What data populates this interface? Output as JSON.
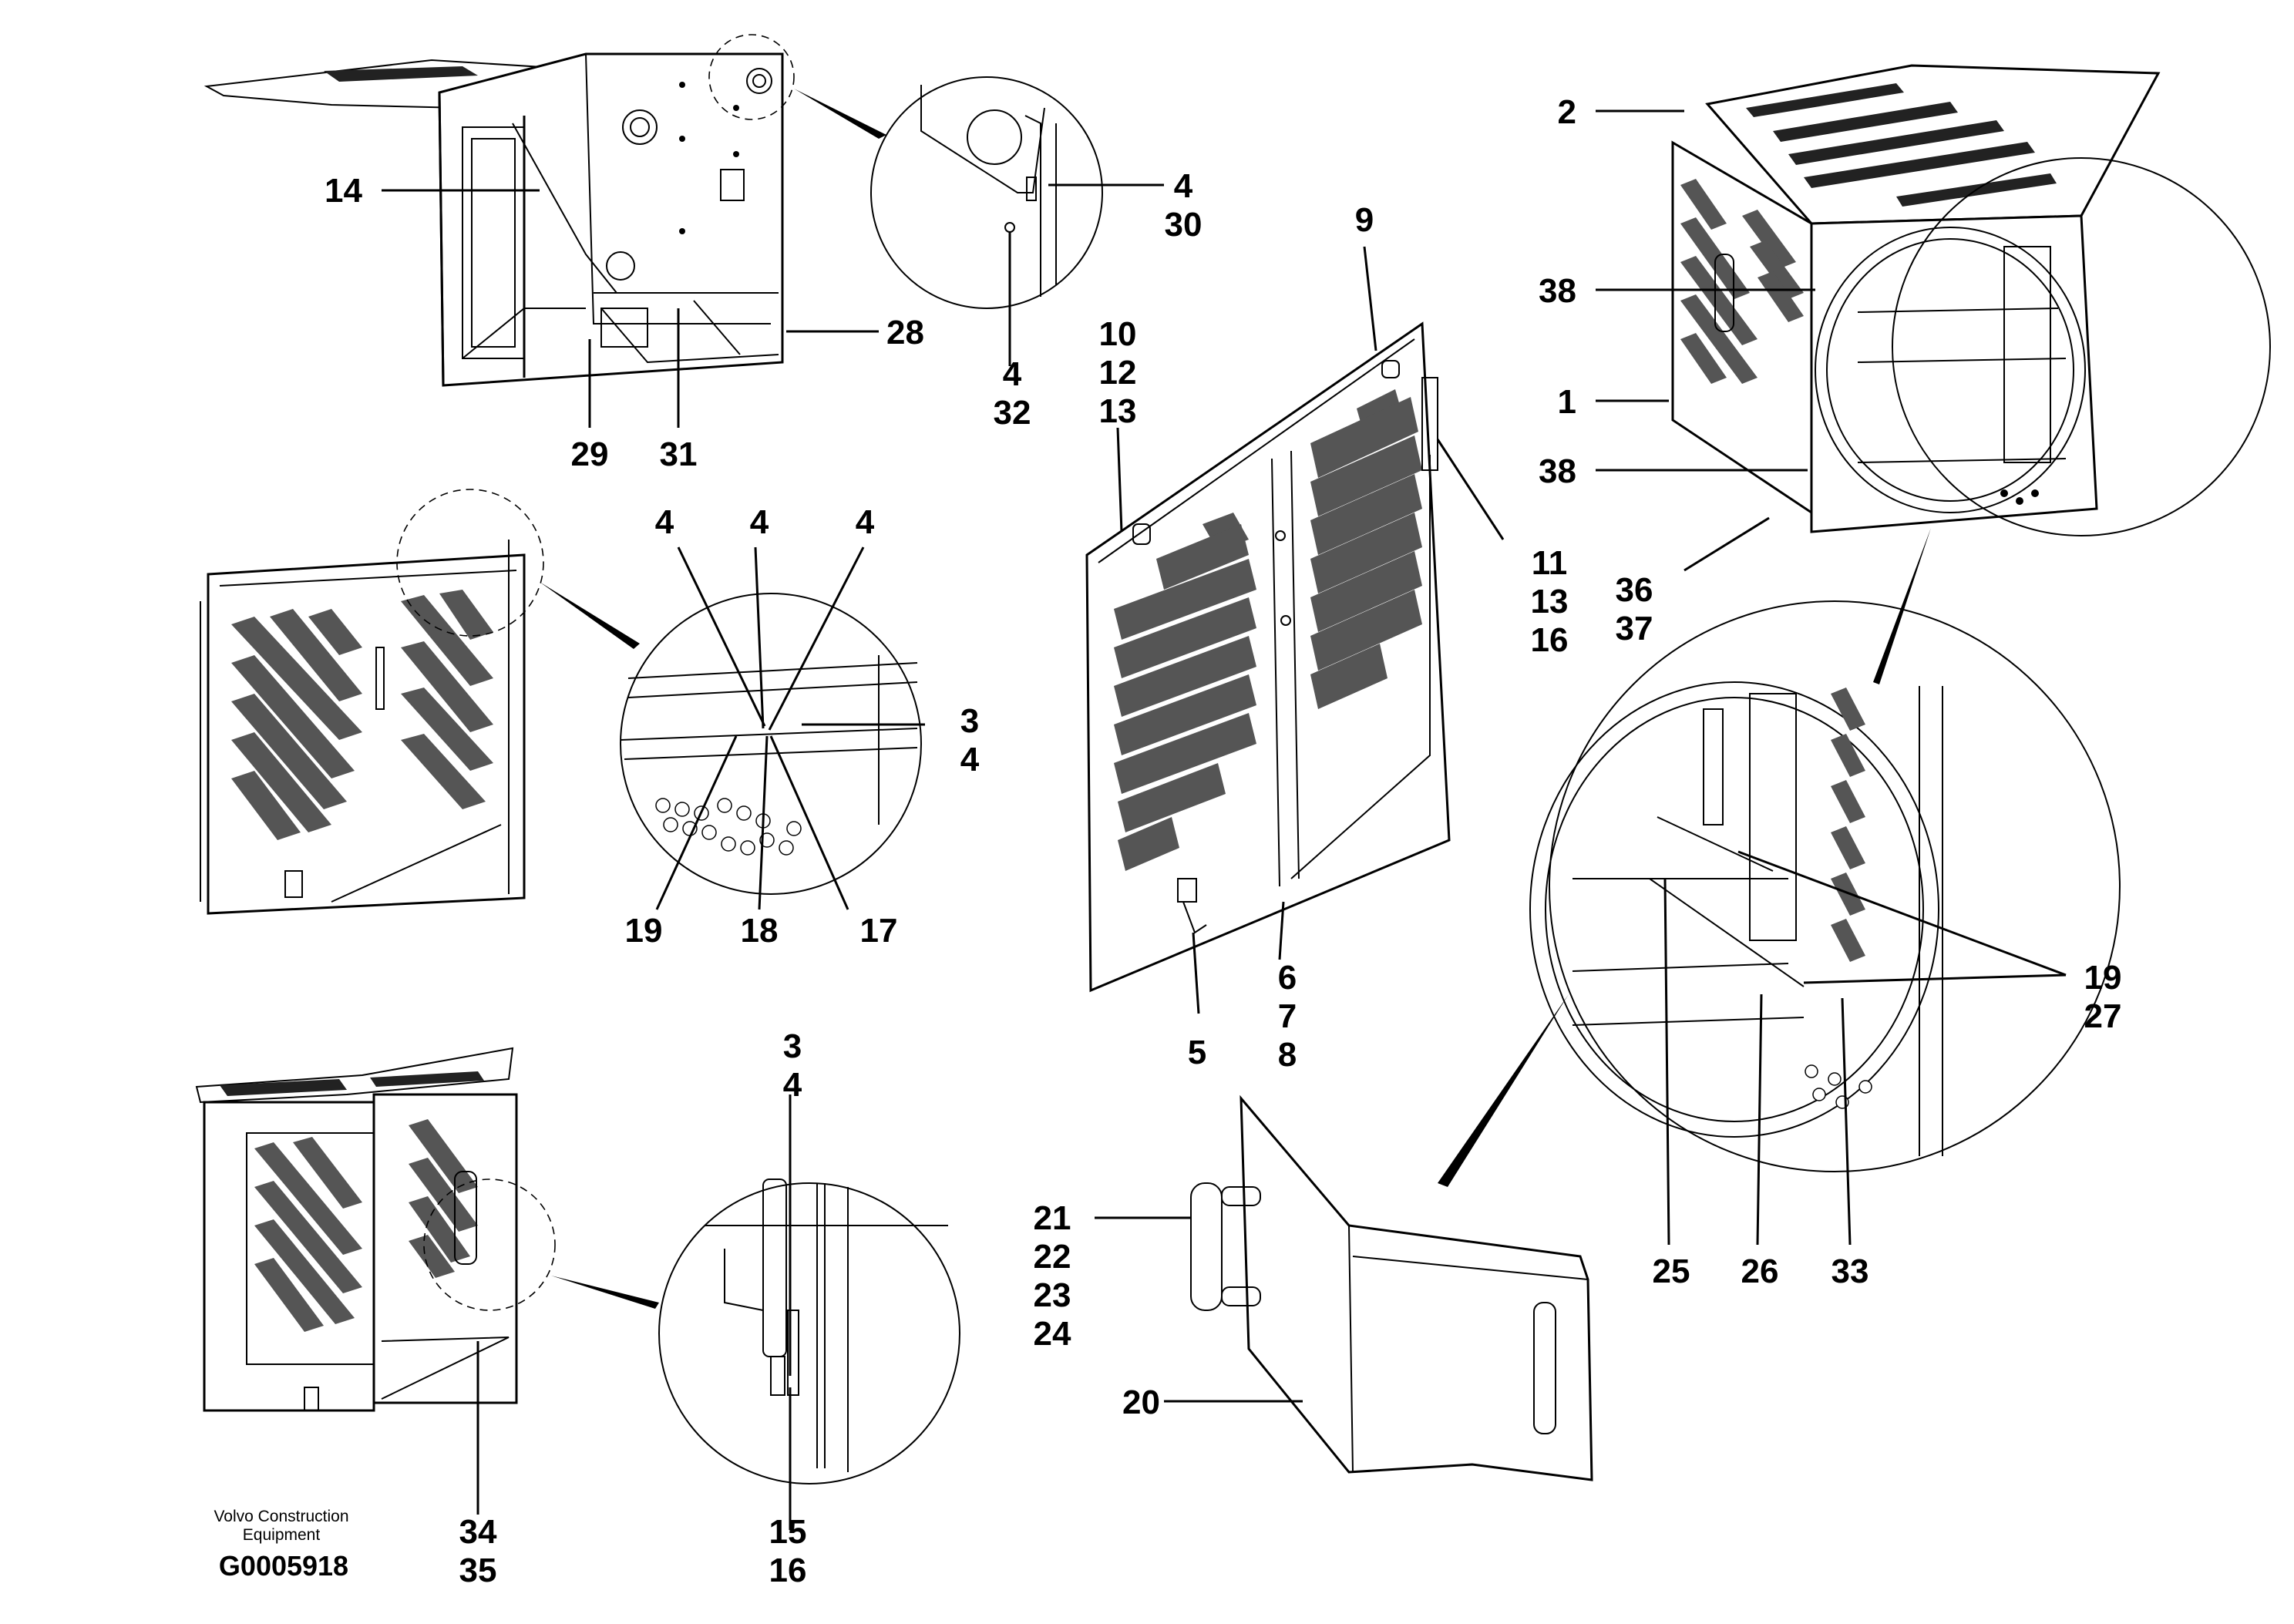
{
  "labels": {
    "a2": "2",
    "a14": "14",
    "a4_30": [
      "4",
      "30"
    ],
    "a4_32": [
      "4",
      "32"
    ],
    "a28": "28",
    "a29": "29",
    "a31": "31",
    "a9": "9",
    "a10_12_13": [
      "10",
      "12",
      "13"
    ],
    "a11_13_16": [
      "11",
      "13",
      "16"
    ],
    "a38_top": "38",
    "a1": "1",
    "a38_bot": "38",
    "a36_37": [
      "36",
      "37"
    ],
    "a4_left": "4",
    "a4_mid": "4",
    "a4_right": "4",
    "a3_4": [
      "3",
      "4"
    ],
    "a19": "19",
    "a18": "18",
    "a17": "17",
    "a6_7_8": [
      "6",
      "7",
      "8"
    ],
    "a5": "5",
    "a19_27": [
      "19",
      "27"
    ],
    "a25": "25",
    "a26": "26",
    "a33": "33",
    "a3_4_top": [
      "3",
      "4"
    ],
    "a21_24": [
      "21",
      "22",
      "23",
      "24"
    ],
    "a20": "20",
    "a34_35": [
      "34",
      "35"
    ],
    "a15_16": [
      "15",
      "16"
    ]
  },
  "footer": {
    "company_line1": "Volvo Construction",
    "company_line2": "Equipment",
    "drawing_code": "G0005918"
  }
}
